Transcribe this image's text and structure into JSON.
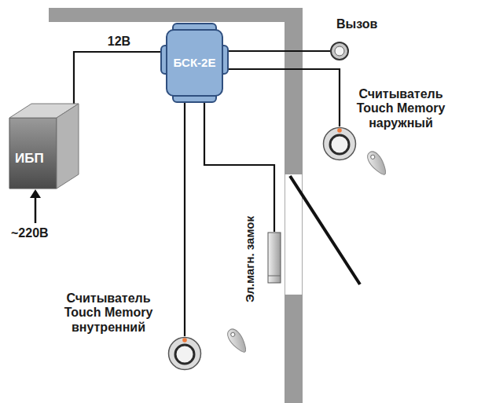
{
  "diagram": {
    "nodes": [
      {
        "text": [
          "ИБП"
        ]
      },
      {
        "text": [
          "БСК-2Е"
        ]
      },
      {
        "text": [
          "Вызов"
        ]
      },
      {
        "text": [
          "Считыватель Touch Memory наружный"
        ]
      },
      {
        "text": [
          "Эл.магн. замок"
        ]
      },
      {
        "text": [
          "Считыватель Touch Memory внутренний"
        ]
      }
    ],
    "edges": [
      {
        "from": 0,
        "to": 1,
        "label": "12В",
        "arrow": "none"
      },
      {
        "from": 1,
        "to": 2,
        "arrow": "none"
      },
      {
        "from": 1,
        "to": 3,
        "arrow": "none"
      },
      {
        "from": 1,
        "to": 4,
        "arrow": "none"
      },
      {
        "from": 1,
        "to": 5,
        "arrow": "none"
      }
    ],
    "labels": [
      "~220В"
    ]
  }
}
